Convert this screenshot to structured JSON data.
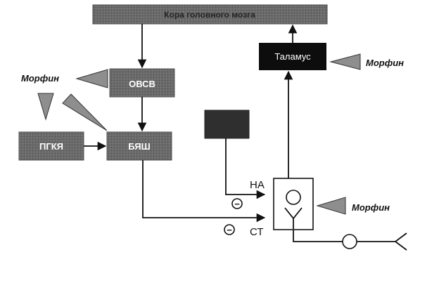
{
  "boxes": {
    "cortex": "Кора головного мозга",
    "ovsv": "ОВСВ",
    "thalamus": "Таламус",
    "pgkya": "ПГКЯ",
    "byash": "БЯШ",
    "locus": ""
  },
  "drugs": {
    "left": "Морфин",
    "thalamus": "Морфин",
    "neuron": "Морфин"
  },
  "signals": {
    "na": "НА",
    "st": "СТ",
    "inhibit_na": "−",
    "inhibit_st": "−"
  },
  "colors": {
    "box_gray": "#5f5f5f",
    "cortex_gray": "#7a7a7a",
    "thalamus_black": "#0d0d0d",
    "locus_dark": "#3a3a3a",
    "wedge_gray": "#8e8e8e",
    "line": "#111111"
  }
}
